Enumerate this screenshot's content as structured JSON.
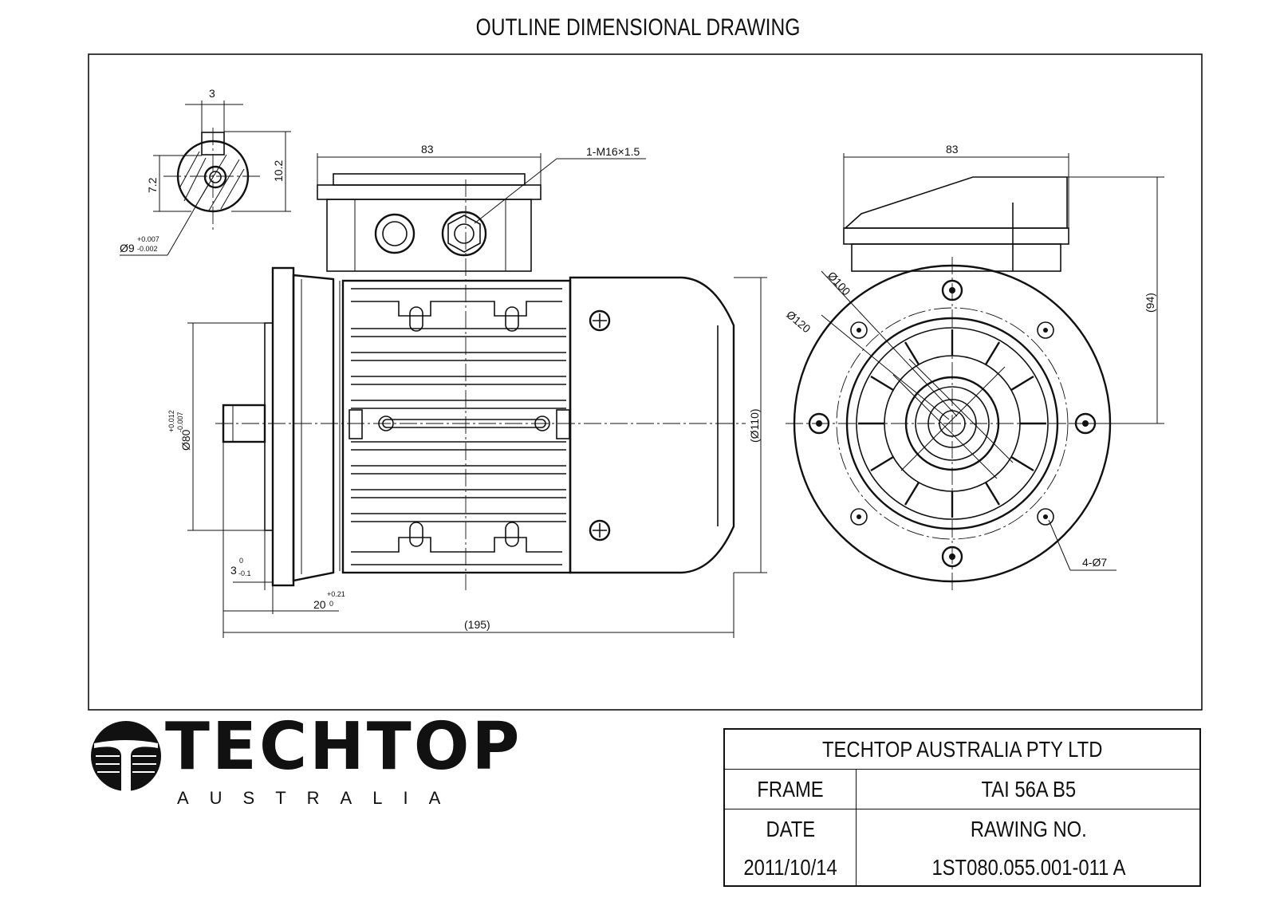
{
  "sheet": {
    "title": "OUTLINE DIMENSIONAL DRAWING"
  },
  "dimensions": {
    "key_width": "3",
    "shaft_height": "10.2",
    "key_depth": "7.2",
    "shaft_dia": "Ø9",
    "shaft_dia_upper": "+0.007",
    "shaft_dia_lower": "-0.002",
    "terminal_box_width": "83",
    "cable_gland": "1-M16×1.5",
    "end_view_width": "83",
    "spigot_dia": "Ø80",
    "spigot_upper": "+0.012",
    "spigot_lower": "-0.007",
    "body_dia": "(Ø110)",
    "flange_thk": "3",
    "flange_thk_upper": "0",
    "flange_thk_lower": "-0.1",
    "shaft_length": "20",
    "shaft_length_upper": "+0.21",
    "shaft_length_lower": "0",
    "overall_length": "(195)",
    "pcd": "Ø100",
    "flange_dia": "Ø120",
    "overall_height": "(94)",
    "holes": "4-Ø7"
  },
  "logo": {
    "name": "TECHTOP",
    "sub": "AUSTRALIA"
  },
  "title_block": {
    "company": "TECHTOP AUSTRALIA PTY LTD",
    "frame_label": "FRAME",
    "frame_value": "TAI 56A B5",
    "date_label": "DATE",
    "drawing_label": "RAWING NO.",
    "date_value": "2011/10/14",
    "drawing_value": "1ST080.055.001-011 A"
  }
}
